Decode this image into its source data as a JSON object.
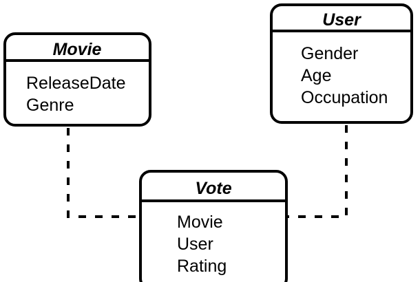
{
  "diagram": {
    "type": "uml-class-diagram",
    "title": "",
    "background_color": "#ffffff",
    "line_color": "#000000",
    "entities": [
      {
        "id": "movie",
        "name": "Movie",
        "attributes": [
          "ReleaseDate",
          "Genre"
        ]
      },
      {
        "id": "user",
        "name": "User",
        "attributes": [
          "Gender",
          "Age",
          "Occupation"
        ]
      },
      {
        "id": "vote",
        "name": "Vote",
        "attributes": [
          "Movie",
          "User",
          "Rating"
        ]
      }
    ],
    "relationships": [
      {
        "id": "movie-vote",
        "from": "Movie",
        "to": "Vote",
        "style": "dashed"
      },
      {
        "id": "user-vote",
        "from": "User",
        "to": "Vote",
        "style": "dashed"
      }
    ]
  }
}
